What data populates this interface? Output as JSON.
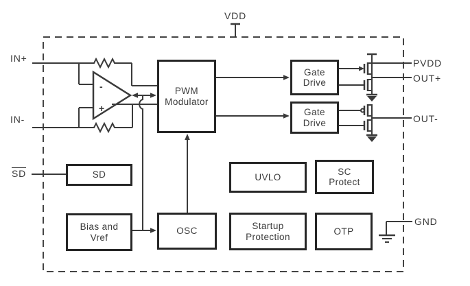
{
  "pins": {
    "vdd": "VDD",
    "in_plus": "IN+",
    "in_minus": "IN-",
    "sd": "SD",
    "pvdd": "PVDD",
    "out_plus": "OUT+",
    "out_minus": "OUT-",
    "gnd": "GND"
  },
  "blocks": {
    "pwm_modulator": "PWM\nModulator",
    "gate_drive_top": "Gate\nDrive",
    "gate_drive_bottom": "Gate\nDrive",
    "sd": "SD",
    "uvlo": "UVLO",
    "sc_protect": "SC\nProtect",
    "bias_vref": "Bias and\nVref",
    "osc": "OSC",
    "startup_protection": "Startup\nProtection",
    "otp": "OTP"
  },
  "opamp": {
    "minus_sign": "-",
    "plus_sign": "+"
  },
  "colors": {
    "wire": "#3a3a3a",
    "block_border": "#262626",
    "text": "#3b3b3b",
    "background": "#ffffff"
  }
}
